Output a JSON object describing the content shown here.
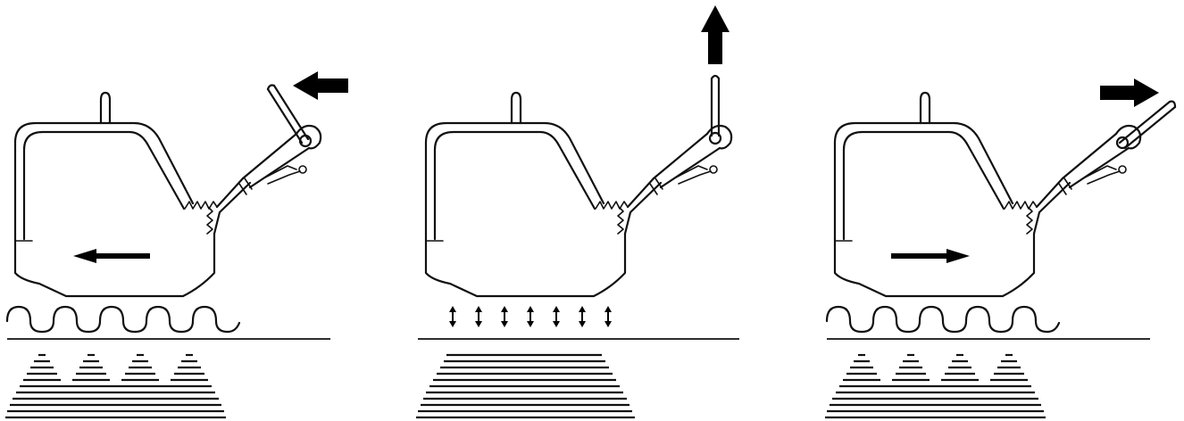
{
  "diagram": {
    "panels": [
      {
        "id": "left",
        "handle_push": "left",
        "travel": "left",
        "surface": "waves",
        "soil": "pyramids"
      },
      {
        "id": "center",
        "handle_push": "up",
        "travel": "none",
        "surface": "vertical-vibration",
        "soil": "uniform"
      },
      {
        "id": "right",
        "handle_push": "right",
        "travel": "right",
        "surface": "waves",
        "soil": "pyramids"
      }
    ],
    "colors": {
      "ink": "#000000",
      "background": "#ffffff"
    },
    "icons": [
      "compactor-plate",
      "handle-direction-arrow",
      "travel-arrow",
      "vibration-arrow"
    ]
  }
}
